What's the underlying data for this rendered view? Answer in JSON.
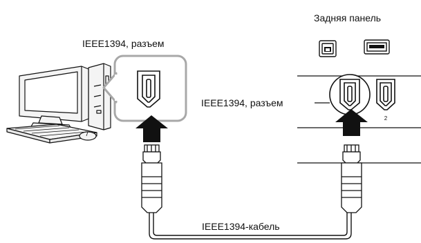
{
  "labels": {
    "rear_panel": "Задняя панель",
    "connector_left": "IEEE1394, разъем",
    "connector_right": "IEEE1394, разъем",
    "cable": "IEEE1394-кабель",
    "port_number": "2"
  },
  "colors": {
    "line": "#111111",
    "callout_border": "#a8a8a8",
    "arrow": "#111111",
    "computer_fill": "#f4f4f4"
  }
}
